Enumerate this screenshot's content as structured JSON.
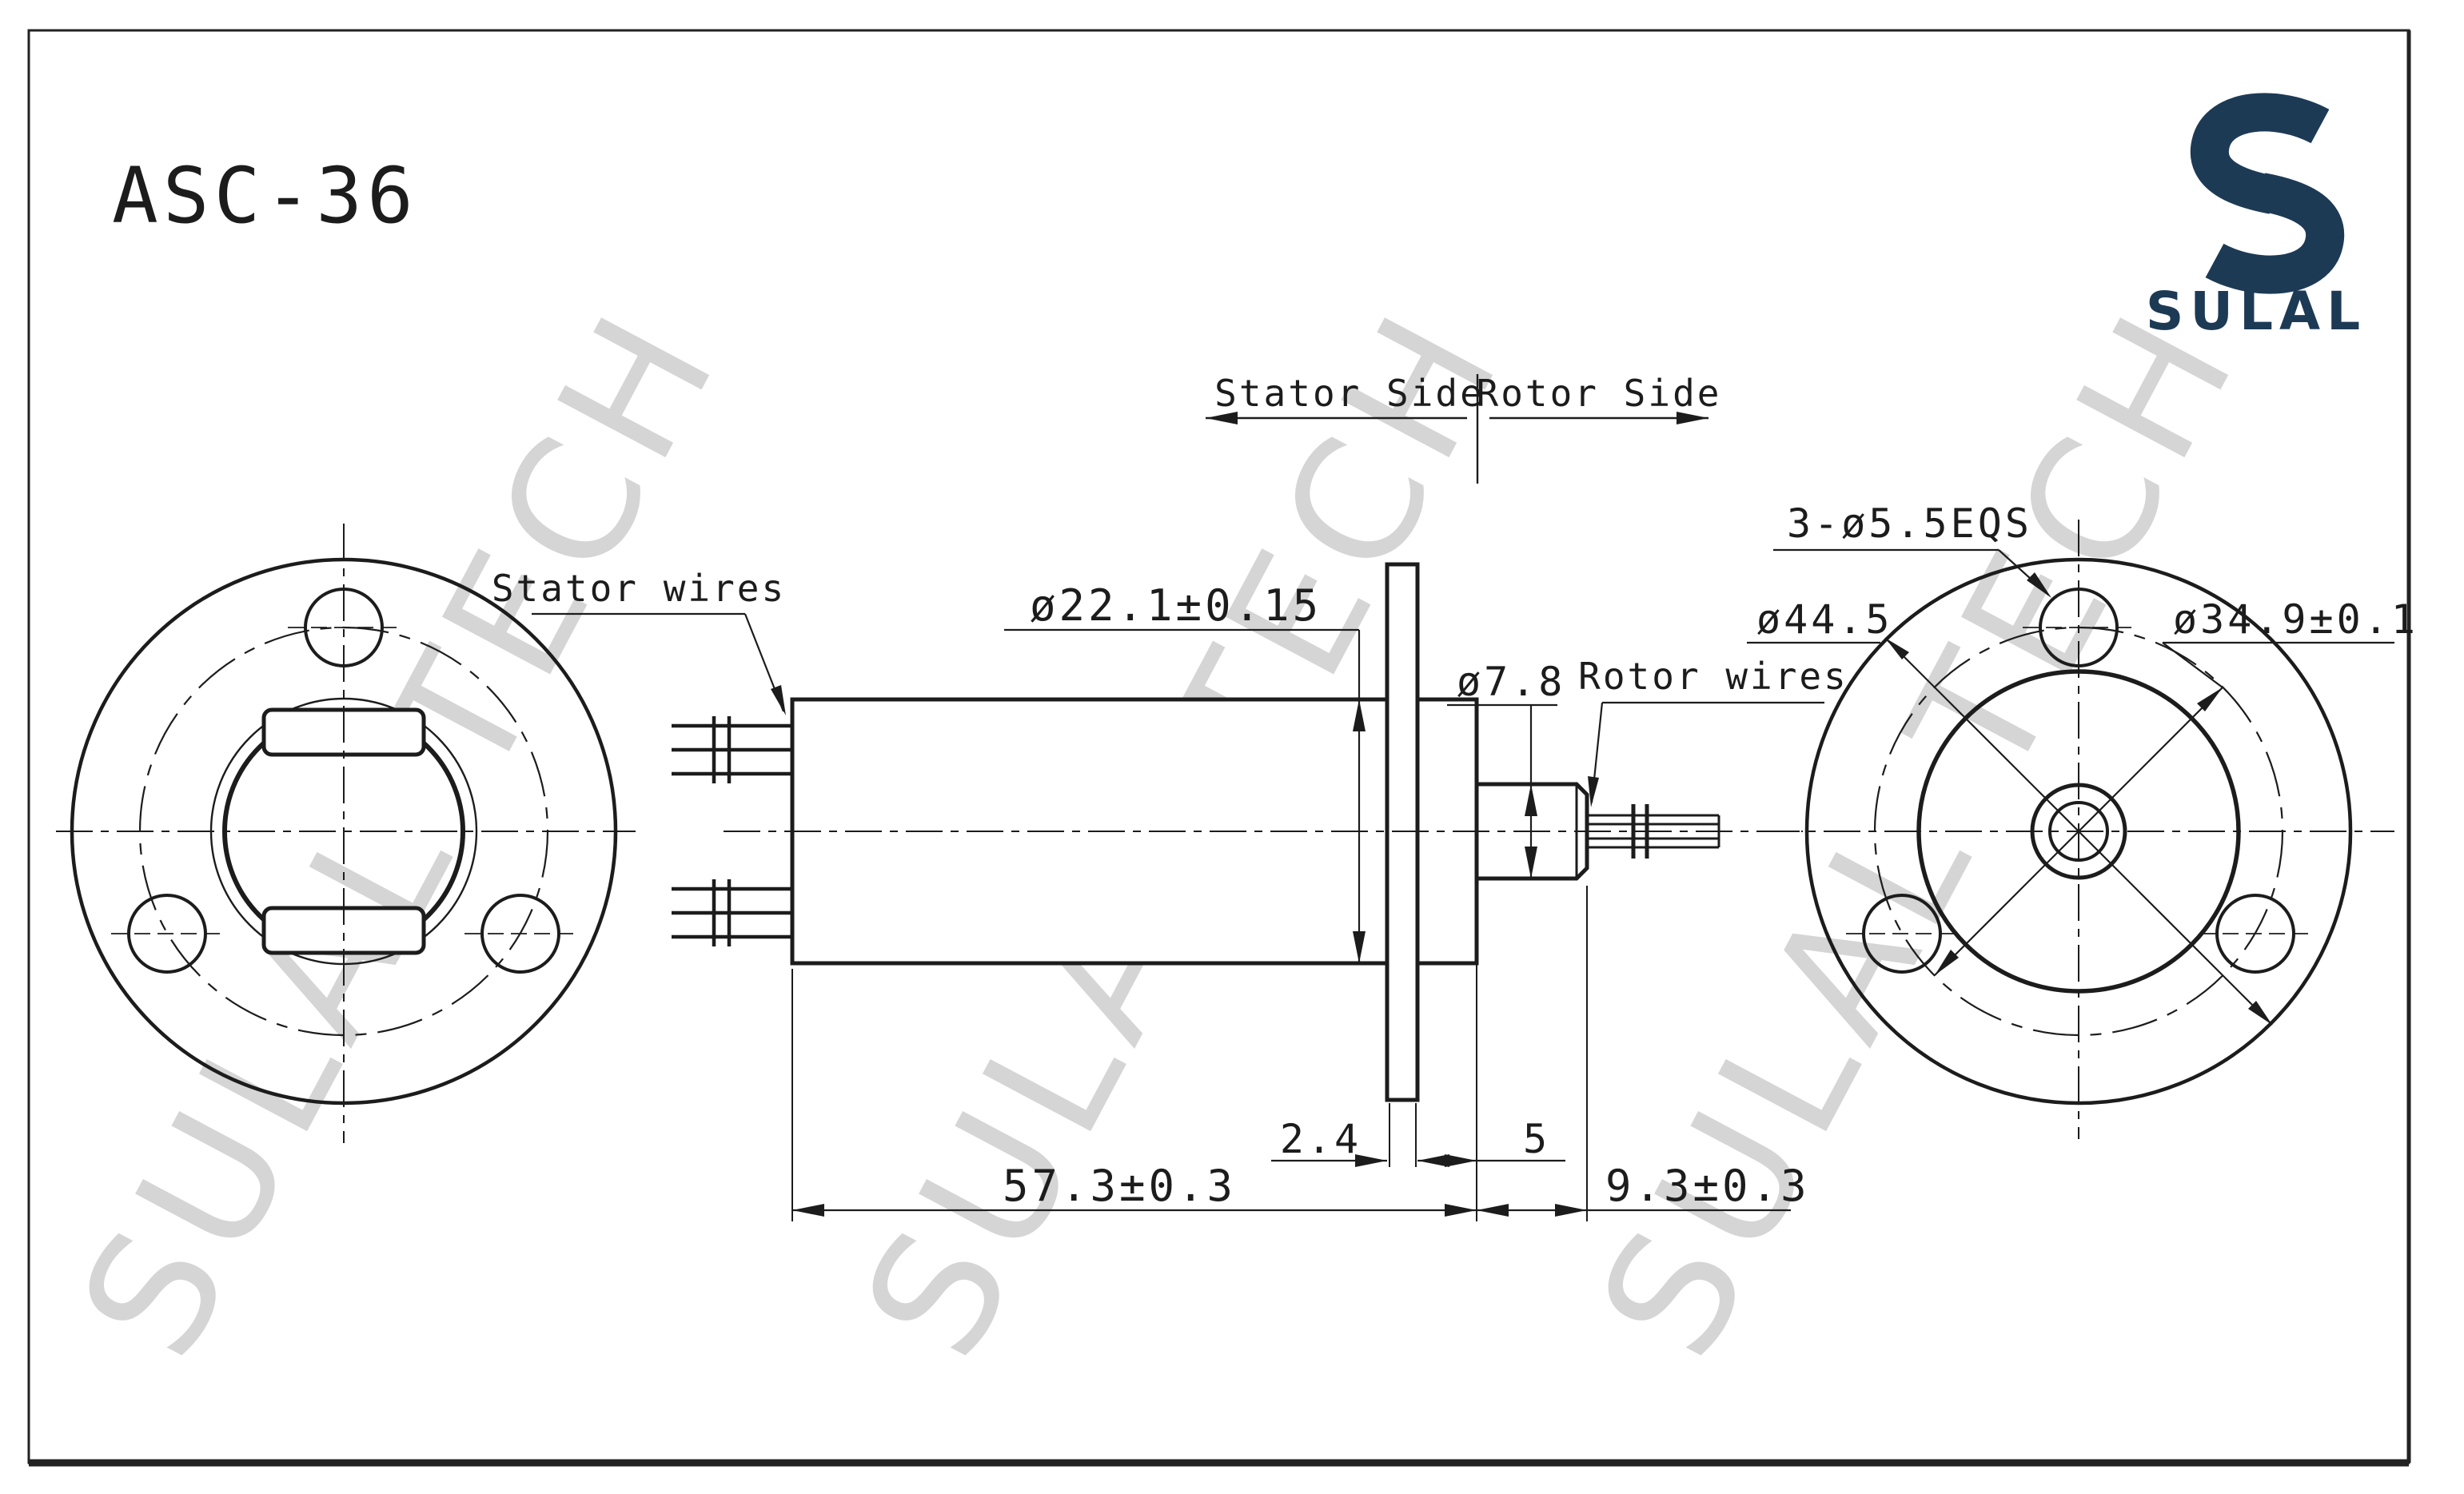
{
  "title": "ASC-36",
  "logo": {
    "brand": "SULAL",
    "mark": "s-ribbon-mark",
    "color_navy": "#1d3a55"
  },
  "orientation": {
    "stator_side": "Stator Side",
    "rotor_side": "Rotor Side"
  },
  "annotations": {
    "stator_wires": "Stator wires",
    "rotor_wires": "Rotor wires"
  },
  "dimensions": {
    "body_diameter": "ø22.1±0.15",
    "hub_diameter": "ø7.8",
    "mount_holes": "3-ø5.5EQS",
    "flange_outer_diameter": "ø44.5",
    "bolt_circle_diameter": "ø34.9±0.1",
    "flange_thickness": "2.4",
    "boss_length": "5",
    "stator_length": "57.3±0.3",
    "rotor_length": "9.3±0.3"
  },
  "watermark": {
    "text": "SULAL TECH"
  },
  "colors": {
    "line": "#1c1c1c",
    "watermark_gray": "#d5d5d5",
    "brand_navy": "#1d3a55"
  }
}
